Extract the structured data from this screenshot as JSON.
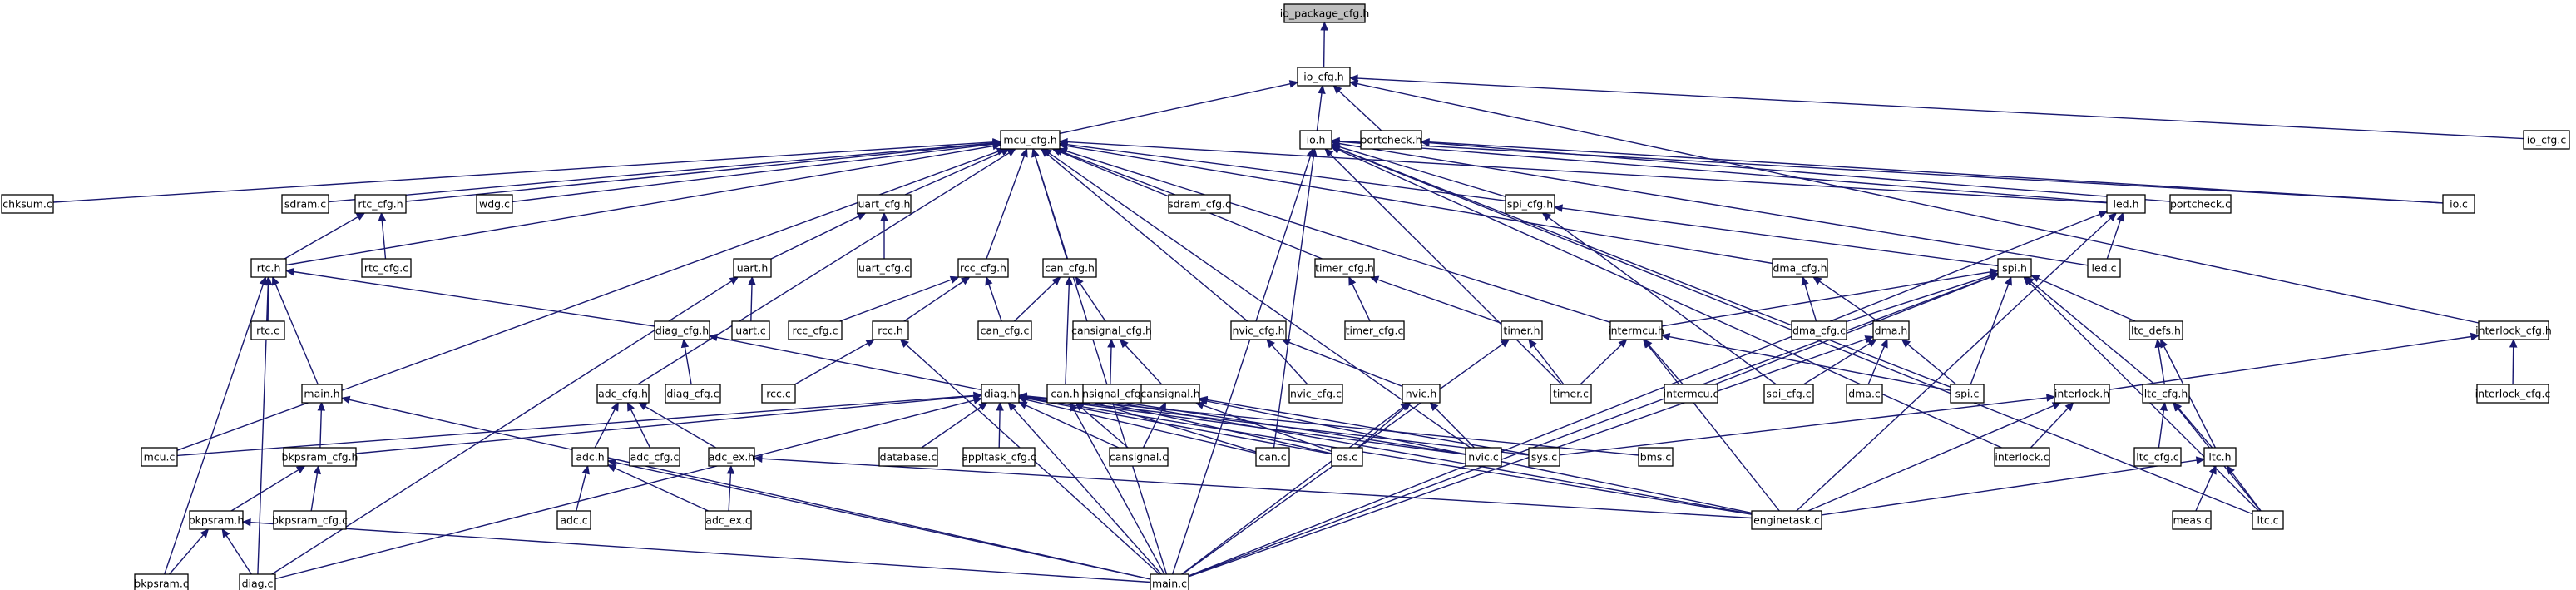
{
  "graph": {
    "nodes": [
      {
        "id": "io_package_cfg_h",
        "label": "io_package_cfg.h",
        "root": true
      },
      {
        "id": "io_cfg_h",
        "label": "io_cfg.h"
      },
      {
        "id": "mcu_cfg_h",
        "label": "mcu_cfg.h"
      },
      {
        "id": "io_h",
        "label": "io.h"
      },
      {
        "id": "portcheck_h",
        "label": "portcheck.h"
      },
      {
        "id": "io_cfg_c",
        "label": "io_cfg.c"
      },
      {
        "id": "chksum_c",
        "label": "chksum.c"
      },
      {
        "id": "sdram_c",
        "label": "sdram.c"
      },
      {
        "id": "rtc_cfg_h",
        "label": "rtc_cfg.h"
      },
      {
        "id": "wdg_c",
        "label": "wdg.c"
      },
      {
        "id": "uart_cfg_h",
        "label": "uart_cfg.h"
      },
      {
        "id": "sdram_cfg_c",
        "label": "sdram_cfg.c"
      },
      {
        "id": "spi_cfg_h",
        "label": "spi_cfg.h"
      },
      {
        "id": "led_h",
        "label": "led.h"
      },
      {
        "id": "portcheck_c",
        "label": "portcheck.c"
      },
      {
        "id": "io_c",
        "label": "io.c"
      },
      {
        "id": "rtc_h",
        "label": "rtc.h"
      },
      {
        "id": "rtc_cfg_c",
        "label": "rtc_cfg.c"
      },
      {
        "id": "uart_h",
        "label": "uart.h"
      },
      {
        "id": "uart_cfg_c",
        "label": "uart_cfg.c"
      },
      {
        "id": "rcc_cfg_h",
        "label": "rcc_cfg.h"
      },
      {
        "id": "can_cfg_h",
        "label": "can_cfg.h"
      },
      {
        "id": "timer_cfg_h",
        "label": "timer_cfg.h"
      },
      {
        "id": "dma_cfg_h",
        "label": "dma_cfg.h"
      },
      {
        "id": "spi_h",
        "label": "spi.h"
      },
      {
        "id": "led_c",
        "label": "led.c"
      },
      {
        "id": "rtc_c",
        "label": "rtc.c"
      },
      {
        "id": "uart_c",
        "label": "uart.c"
      },
      {
        "id": "diag_cfg_h",
        "label": "diag_cfg.h"
      },
      {
        "id": "rcc_cfg_c",
        "label": "rcc_cfg.c"
      },
      {
        "id": "rcc_h",
        "label": "rcc.h"
      },
      {
        "id": "can_cfg_c",
        "label": "can_cfg.c"
      },
      {
        "id": "cansignal_cfg_h",
        "label": "cansignal_cfg.h"
      },
      {
        "id": "nvic_cfg_h",
        "label": "nvic_cfg.h"
      },
      {
        "id": "timer_cfg_c",
        "label": "timer_cfg.c"
      },
      {
        "id": "timer_h",
        "label": "timer.h"
      },
      {
        "id": "intermcu_h",
        "label": "intermcu.h"
      },
      {
        "id": "dma_cfg_c",
        "label": "dma_cfg.c"
      },
      {
        "id": "dma_h",
        "label": "dma.h"
      },
      {
        "id": "ltc_defs_h",
        "label": "ltc_defs.h"
      },
      {
        "id": "interlock_cfg_h",
        "label": "interlock_cfg.h"
      },
      {
        "id": "main_h",
        "label": "main.h"
      },
      {
        "id": "diag_cfg_c",
        "label": "diag_cfg.c"
      },
      {
        "id": "rcc_c",
        "label": "rcc.c"
      },
      {
        "id": "cansignal_cfg_c",
        "label": "cansignal_cfg.c"
      },
      {
        "id": "nvic_cfg_c",
        "label": "nvic_cfg.c"
      },
      {
        "id": "interlock_cfg_c",
        "label": "interlock_cfg.c"
      },
      {
        "id": "adc_cfg_h",
        "label": "adc_cfg.h"
      },
      {
        "id": "diag_h",
        "label": "diag.h"
      },
      {
        "id": "can_h",
        "label": "can.h"
      },
      {
        "id": "cansignal_h",
        "label": "cansignal.h"
      },
      {
        "id": "nvic_h",
        "label": "nvic.h"
      },
      {
        "id": "timer_c",
        "label": "timer.c"
      },
      {
        "id": "intermcu_c",
        "label": "intermcu.c"
      },
      {
        "id": "spi_cfg_c",
        "label": "spi_cfg.c"
      },
      {
        "id": "dma_c",
        "label": "dma.c"
      },
      {
        "id": "spi_c",
        "label": "spi.c"
      },
      {
        "id": "interlock_h",
        "label": "interlock.h"
      },
      {
        "id": "ltc_cfg_h",
        "label": "ltc_cfg.h"
      },
      {
        "id": "mcu_c",
        "label": "mcu.c"
      },
      {
        "id": "bkpsram_cfg_h",
        "label": "bkpsram_cfg.h"
      },
      {
        "id": "adc_cfg_c",
        "label": "adc_cfg.c"
      },
      {
        "id": "adc_ex_h",
        "label": "adc_ex.h"
      },
      {
        "id": "database_c",
        "label": "database.c"
      },
      {
        "id": "appltask_cfg_c",
        "label": "appltask_cfg.c"
      },
      {
        "id": "cansignal_c",
        "label": "cansignal.c"
      },
      {
        "id": "can_c",
        "label": "can.c"
      },
      {
        "id": "os_c",
        "label": "os.c"
      },
      {
        "id": "nvic_c",
        "label": "nvic.c"
      },
      {
        "id": "sys_c",
        "label": "sys.c"
      },
      {
        "id": "bms_c",
        "label": "bms.c"
      },
      {
        "id": "interlock_c",
        "label": "interlock.c"
      },
      {
        "id": "ltc_cfg_c",
        "label": "ltc_cfg.c"
      },
      {
        "id": "ltc_h",
        "label": "ltc.h"
      },
      {
        "id": "adc_h",
        "label": "adc.h"
      },
      {
        "id": "bkpsram_h",
        "label": "bkpsram.h"
      },
      {
        "id": "bkpsram_cfg_c",
        "label": "bkpsram_cfg.c"
      },
      {
        "id": "adc_c",
        "label": "adc.c"
      },
      {
        "id": "adc_ex_c",
        "label": "adc_ex.c"
      },
      {
        "id": "enginetask_c",
        "label": "enginetask.c"
      },
      {
        "id": "meas_c",
        "label": "meas.c"
      },
      {
        "id": "ltc_c",
        "label": "ltc.c"
      },
      {
        "id": "bkpsram_c",
        "label": "bkpsram.c"
      },
      {
        "id": "diag_c",
        "label": "diag.c"
      },
      {
        "id": "main_c",
        "label": "main.c"
      }
    ],
    "edges": [
      [
        "io_cfg_h",
        "io_package_cfg_h"
      ],
      [
        "mcu_cfg_h",
        "io_cfg_h"
      ],
      [
        "io_h",
        "io_cfg_h"
      ],
      [
        "portcheck_h",
        "io_cfg_h"
      ],
      [
        "io_cfg_c",
        "io_cfg_h"
      ],
      [
        "interlock_cfg_h",
        "io_cfg_h"
      ],
      [
        "chksum_c",
        "mcu_cfg_h"
      ],
      [
        "sdram_c",
        "mcu_cfg_h"
      ],
      [
        "rtc_cfg_h",
        "mcu_cfg_h"
      ],
      [
        "wdg_c",
        "mcu_cfg_h"
      ],
      [
        "uart_cfg_h",
        "mcu_cfg_h"
      ],
      [
        "sdram_cfg_c",
        "mcu_cfg_h"
      ],
      [
        "spi_cfg_h",
        "mcu_cfg_h"
      ],
      [
        "led_h",
        "mcu_cfg_h"
      ],
      [
        "rtc_h",
        "mcu_cfg_h"
      ],
      [
        "rcc_cfg_h",
        "mcu_cfg_h"
      ],
      [
        "can_cfg_h",
        "mcu_cfg_h"
      ],
      [
        "timer_cfg_h",
        "mcu_cfg_h"
      ],
      [
        "dma_cfg_h",
        "mcu_cfg_h"
      ],
      [
        "nvic_cfg_h",
        "mcu_cfg_h"
      ],
      [
        "intermcu_h",
        "mcu_cfg_h"
      ],
      [
        "adc_cfg_h",
        "mcu_cfg_h"
      ],
      [
        "nvic_c",
        "mcu_cfg_h"
      ],
      [
        "mcu_c",
        "mcu_cfg_h"
      ],
      [
        "main_c",
        "mcu_cfg_h"
      ],
      [
        "spi_cfg_h",
        "io_h"
      ],
      [
        "led_h",
        "io_h"
      ],
      [
        "led_c",
        "io_h"
      ],
      [
        "io_c",
        "io_h"
      ],
      [
        "timer_c",
        "io_h"
      ],
      [
        "can_c",
        "io_h"
      ],
      [
        "spi_c",
        "io_h"
      ],
      [
        "interlock_c",
        "io_h"
      ],
      [
        "main_c",
        "io_h"
      ],
      [
        "ltc_c",
        "io_h"
      ],
      [
        "portcheck_c",
        "portcheck_h"
      ],
      [
        "io_c",
        "portcheck_h"
      ],
      [
        "rtc_cfg_c",
        "rtc_cfg_h"
      ],
      [
        "rtc_h",
        "rtc_cfg_h"
      ],
      [
        "uart_cfg_c",
        "uart_cfg_h"
      ],
      [
        "uart_h",
        "uart_cfg_h"
      ],
      [
        "spi_h",
        "spi_cfg_h"
      ],
      [
        "spi_cfg_c",
        "spi_cfg_h"
      ],
      [
        "led_c",
        "led_h"
      ],
      [
        "enginetask_c",
        "led_h"
      ],
      [
        "main_c",
        "led_h"
      ],
      [
        "rtc_c",
        "rtc_h"
      ],
      [
        "main_h",
        "rtc_h"
      ],
      [
        "diag_cfg_h",
        "rtc_h"
      ],
      [
        "bkpsram_c",
        "rtc_h"
      ],
      [
        "diag_c",
        "rtc_h"
      ],
      [
        "uart_c",
        "uart_h"
      ],
      [
        "diag_c",
        "uart_h"
      ],
      [
        "rcc_cfg_c",
        "rcc_cfg_h"
      ],
      [
        "rcc_h",
        "rcc_cfg_h"
      ],
      [
        "can_cfg_c",
        "rcc_cfg_h"
      ],
      [
        "can_cfg_c",
        "can_cfg_h"
      ],
      [
        "cansignal_cfg_h",
        "can_cfg_h"
      ],
      [
        "can_h",
        "can_cfg_h"
      ],
      [
        "timer_cfg_c",
        "timer_cfg_h"
      ],
      [
        "timer_h",
        "timer_cfg_h"
      ],
      [
        "dma_cfg_c",
        "dma_cfg_h"
      ],
      [
        "dma_h",
        "dma_cfg_h"
      ],
      [
        "intermcu_h",
        "spi_h"
      ],
      [
        "dma_cfg_c",
        "spi_h"
      ],
      [
        "intermcu_c",
        "spi_h"
      ],
      [
        "spi_c",
        "spi_h"
      ],
      [
        "ltc_defs_h",
        "spi_h"
      ],
      [
        "ltc_cfg_h",
        "spi_h"
      ],
      [
        "ltc_c",
        "spi_h"
      ],
      [
        "main_c",
        "spi_h"
      ],
      [
        "diag_cfg_c",
        "diag_cfg_h"
      ],
      [
        "diag_h",
        "diag_cfg_h"
      ],
      [
        "rcc_c",
        "rcc_h"
      ],
      [
        "main_c",
        "rcc_h"
      ],
      [
        "cansignal_cfg_c",
        "cansignal_cfg_h"
      ],
      [
        "cansignal_h",
        "cansignal_cfg_h"
      ],
      [
        "nvic_cfg_c",
        "nvic_cfg_h"
      ],
      [
        "nvic_h",
        "nvic_cfg_h"
      ],
      [
        "timer_c",
        "timer_h"
      ],
      [
        "main_c",
        "timer_h"
      ],
      [
        "timer_c",
        "intermcu_h"
      ],
      [
        "intermcu_c",
        "intermcu_h"
      ],
      [
        "spi_c",
        "intermcu_h"
      ],
      [
        "enginetask_c",
        "intermcu_h"
      ],
      [
        "spi_cfg_c",
        "dma_h"
      ],
      [
        "dma_c",
        "dma_h"
      ],
      [
        "spi_c",
        "dma_h"
      ],
      [
        "main_c",
        "dma_h"
      ],
      [
        "ltc_cfg_h",
        "ltc_defs_h"
      ],
      [
        "ltc_h",
        "ltc_defs_h"
      ],
      [
        "interlock_cfg_c",
        "interlock_cfg_h"
      ],
      [
        "interlock_h",
        "interlock_cfg_h"
      ],
      [
        "bkpsram_cfg_h",
        "main_h"
      ],
      [
        "main_c",
        "main_h"
      ],
      [
        "adc_cfg_c",
        "adc_cfg_h"
      ],
      [
        "adc_h",
        "adc_cfg_h"
      ],
      [
        "adc_ex_h",
        "adc_cfg_h"
      ],
      [
        "mcu_c",
        "diag_h"
      ],
      [
        "bkpsram_cfg_h",
        "diag_h"
      ],
      [
        "database_c",
        "diag_h"
      ],
      [
        "appltask_cfg_c",
        "diag_h"
      ],
      [
        "cansignal_c",
        "diag_h"
      ],
      [
        "can_c",
        "diag_h"
      ],
      [
        "os_c",
        "diag_h"
      ],
      [
        "nvic_c",
        "diag_h"
      ],
      [
        "sys_c",
        "diag_h"
      ],
      [
        "bms_c",
        "diag_h"
      ],
      [
        "enginetask_c",
        "diag_h"
      ],
      [
        "diag_c",
        "diag_h"
      ],
      [
        "main_c",
        "diag_h"
      ],
      [
        "cansignal_c",
        "can_h"
      ],
      [
        "can_c",
        "can_h"
      ],
      [
        "os_c",
        "can_h"
      ],
      [
        "nvic_c",
        "can_h"
      ],
      [
        "enginetask_c",
        "can_h"
      ],
      [
        "main_c",
        "can_h"
      ],
      [
        "cansignal_c",
        "cansignal_h"
      ],
      [
        "os_c",
        "cansignal_h"
      ],
      [
        "sys_c",
        "cansignal_h"
      ],
      [
        "enginetask_c",
        "cansignal_h"
      ],
      [
        "os_c",
        "nvic_h"
      ],
      [
        "nvic_c",
        "nvic_h"
      ],
      [
        "main_c",
        "nvic_h"
      ],
      [
        "sys_c",
        "interlock_h"
      ],
      [
        "interlock_c",
        "interlock_h"
      ],
      [
        "enginetask_c",
        "interlock_h"
      ],
      [
        "ltc_cfg_c",
        "ltc_cfg_h"
      ],
      [
        "ltc_h",
        "ltc_cfg_h"
      ],
      [
        "ltc_c",
        "ltc_cfg_h"
      ],
      [
        "bkpsram_h",
        "bkpsram_cfg_h"
      ],
      [
        "bkpsram_cfg_c",
        "bkpsram_cfg_h"
      ],
      [
        "adc_c",
        "adc_h"
      ],
      [
        "adc_ex_c",
        "adc_h"
      ],
      [
        "main_c",
        "adc_h"
      ],
      [
        "adc_ex_c",
        "adc_ex_h"
      ],
      [
        "enginetask_c",
        "adc_ex_h"
      ],
      [
        "meas_c",
        "ltc_h"
      ],
      [
        "ltc_c",
        "ltc_h"
      ],
      [
        "enginetask_c",
        "ltc_h"
      ],
      [
        "bkpsram_c",
        "bkpsram_h"
      ],
      [
        "diag_c",
        "bkpsram_h"
      ],
      [
        "main_c",
        "bkpsram_h"
      ]
    ]
  }
}
